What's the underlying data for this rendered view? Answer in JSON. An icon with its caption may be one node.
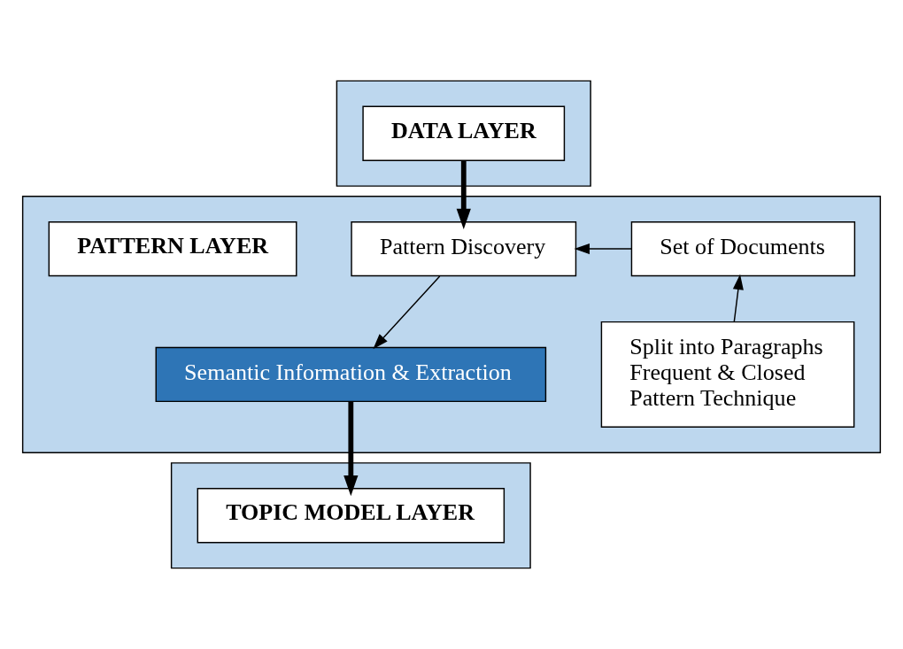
{
  "diagram": {
    "nodes": [
      {
        "text": [],
        "shape": "box"
      },
      {
        "text": [
          "DATA LAYER"
        ],
        "in": 0
      },
      {
        "text": [],
        "shape": "box"
      },
      {
        "text": [
          "Pattern Discovery"
        ],
        "in": 2
      },
      {
        "text": [
          "Set of Documents"
        ],
        "in": 2
      },
      {
        "text": [
          "PATTERN LAYER"
        ],
        "in": 2
      },
      {
        "text": [
          "Semantic Information & Extraction"
        ],
        "in": 2
      },
      {
        "text": [
          "Split into Paragraphs",
          "Frequent & Closed Pattern Technique"
        ],
        "in": 2
      },
      {
        "text": [],
        "shape": "box"
      },
      {
        "text": [
          "TOPIC MODEL LAYER"
        ],
        "in": 8
      }
    ],
    "edges": [
      {
        "from": 1,
        "to": 3,
        "arrow": "to",
        "style": "thick"
      },
      {
        "from": 4,
        "to": 3,
        "arrow": "to"
      },
      {
        "from": 3,
        "to": 6,
        "arrow": "to"
      },
      {
        "from": 7,
        "to": 4,
        "arrow": "to"
      },
      {
        "from": 6,
        "to": 9,
        "arrow": "to",
        "style": "thick"
      }
    ]
  }
}
